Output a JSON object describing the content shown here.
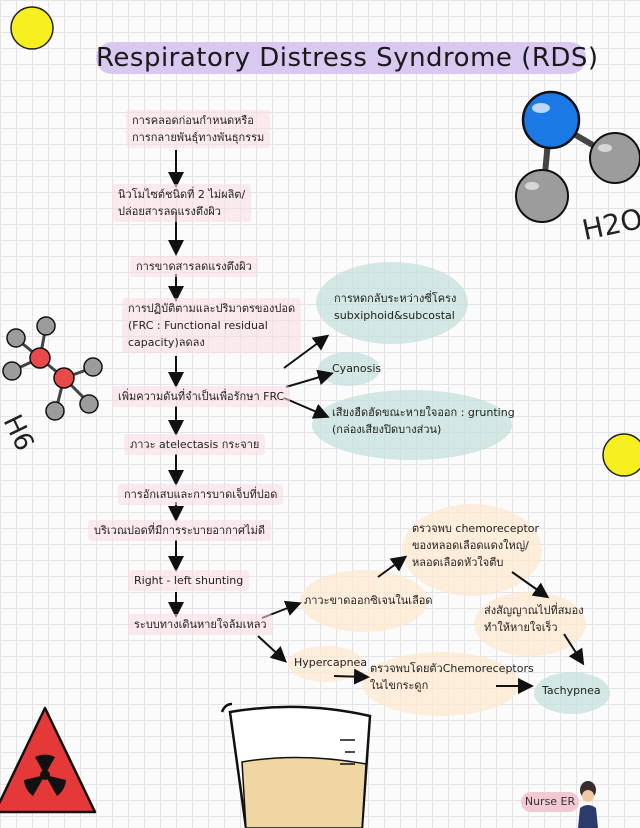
{
  "title": "Respiratory Distress Syndrome (RDS)",
  "flow": {
    "n1": "การคลอดก่อนกำหนดหรือ\nการกลายพันธุ์ทางพันธุกรรม",
    "n2": "นิวโมไซต์ชนิดที่ 2 ไม่ผลิต/\nปล่อยสารลดแรงตึงผิว",
    "n3": "การขาดสารลดแรงตึงผิว",
    "n4": "การปฏิบัติตามและปริมาตรของปอด\n(FRC : Functional residual\ncapacity)ลดลง",
    "n5": "เพิ่มความดันที่จำเป็นเพื่อรักษา FRC",
    "n6": "ภาวะ atelectasis กระจาย",
    "n7": "การอักเสบและการบาดเจ็บที่ปอด",
    "n8": "บริเวณปอดที่มีการระบายอากาศไม่ดี",
    "n9": "Right - left shunting",
    "n10": "ระบบทางเดินหายใจล้มเหลว"
  },
  "effects": {
    "e1": "การหดกลับระหว่างซี่โครง\nsubxiphoid&subcostal",
    "e2": "Cyanosis",
    "e3": "เสียงฮืดฮัดขณะหายใจออก : grunting\n(กล่องเสียงปิดบางส่วน)"
  },
  "branch": {
    "b1": "ภาวะขาดออกซิเจนในเลือด",
    "b2": "ตรวจพบ chemoreceptor\nของหลอดเลือดแดงใหญ่/\nหลอดเลือดหัวใจตีบ",
    "b3": "ส่งสัญญาณไปที่สมอง\nทำให้หายใจเร็ว",
    "b4": "Hypercapnea",
    "b5": "ตรวจพบโดยตัวChemoreceptors\nในไขกระดูก",
    "b6": "Tachypnea"
  },
  "molecules": {
    "h2o": "H2O",
    "h6": "H6"
  },
  "brand": "Nurse ER"
}
